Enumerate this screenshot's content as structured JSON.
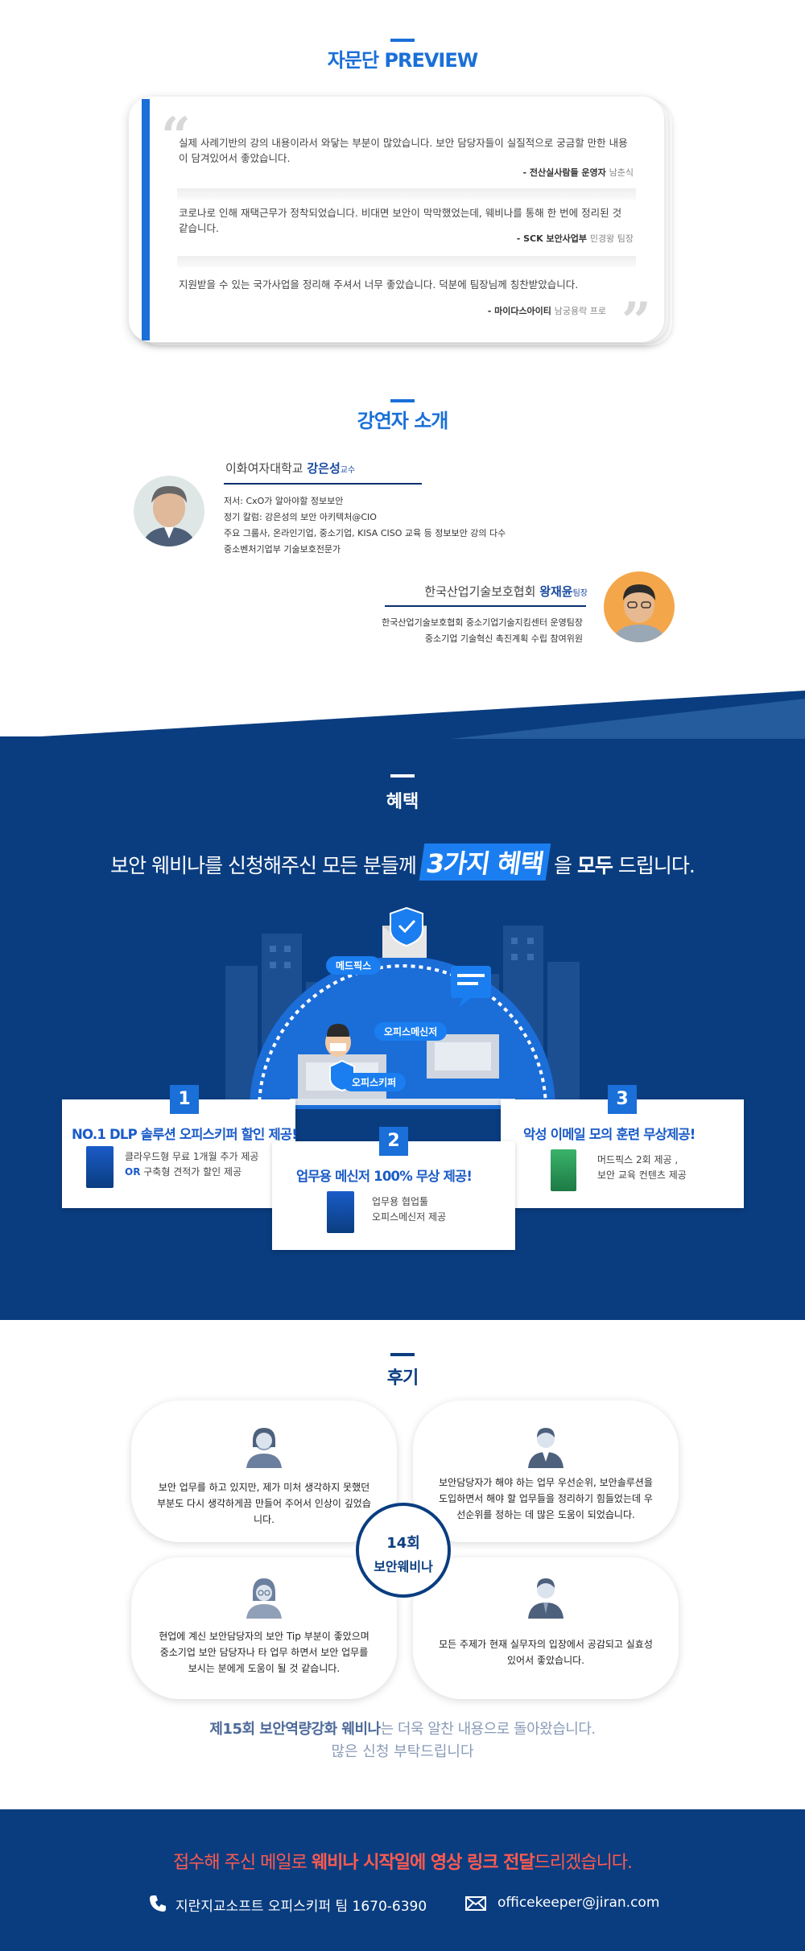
{
  "preview": {
    "title": "자문단 PREVIEW",
    "items": [
      {
        "text": "실제 사례기반의 강의 내용이라서 와닿는 부분이 많았습니다.  보안 담당자들이 실질적으로 궁금할 만한 내용이 담겨있어서 좋았습니다.",
        "author": "- 전산실사람들 운영자",
        "name": "남춘식"
      },
      {
        "text": "코로나로 인해 재택근무가 정착되었습니다. 비대면 보안이 막막했었는데, 웨비나를 통해 한 번에 정리된 것 같습니다.",
        "author": "- SCK 보안사업부",
        "name": "민경왕 팀장"
      },
      {
        "text": "지원받을 수 있는 국가사업을 정리해 주셔서 너무 좋았습니다.  덕분에 팀장님께 칭찬받았습니다.",
        "author": "- 마이다스아이티",
        "name": "남궁용락 프로"
      }
    ]
  },
  "speakers": {
    "title": "강연자 소개",
    "s1": {
      "org": "이화여자대학교 ",
      "name": "강은성",
      "role": "교수",
      "lines": [
        "저서: CxO가 알아야할 정보보안",
        "정기 칼럼: 강은성의 보안 아키텍처@CIO",
        "주요 그룹사, 온라인기업, 중소기업, KISA CISO 교육 등 정보보안 강의 다수",
        "중소벤처기업부 기술보호전문가"
      ]
    },
    "s2": {
      "org": "한국산업기술보호협회 ",
      "name": "왕재윤",
      "role": "팀장",
      "lines": [
        "한국산업기술보호협회 중소기업기술지킴센터 운영팀장",
        "중소기업 기술혁신 촉진계획 수립 참여위원"
      ]
    }
  },
  "benefit": {
    "title": "혜택",
    "head_pre": "보안 웨비나를 신청해주신 모든 분들께 ",
    "head_hl": "3가지 혜택",
    "head_mid": " 을 ",
    "head_bold": "모두",
    "head_post": " 드립니다.",
    "labels": {
      "mail": "메드픽스",
      "messenger": "오피스메신저",
      "keeper": "오피스키퍼"
    },
    "cards": [
      {
        "num": "1",
        "title": "NO.1 DLP 솔루션 오피스키퍼 할인 제공!",
        "line1": "클라우드형 무료 1개월 추가 제공",
        "line2_hl": "OR",
        "line2": " 구축형 견적가 할인 제공"
      },
      {
        "num": "2",
        "title": "업무용 메신저 100% 무상 제공!",
        "line1": "업무용 협업툴",
        "line2": "오피스메신저 제공"
      },
      {
        "num": "3",
        "title": "악성 이메일 모의 훈련 무상제공!",
        "line1": "머드픽스 2회 제공 ,",
        "line2": "보안 교육 컨텐츠 제공"
      }
    ],
    "colors": {
      "bg": "#0a3d80",
      "accent": "#1a7ef0"
    }
  },
  "reviews": {
    "title": "후기",
    "center_l1": "14회",
    "center_l2": "보안웨비나",
    "items": [
      {
        "text": "보안 업무를 하고 있지만, 제가 미처 생각하지 못했던 부분도 다시 생각하게끔 만들어 주어서 인상이 깊었습니다.",
        "icon": "woman-avatar-icon"
      },
      {
        "text": "보안담당자가 해야 하는 업무 우선순위, 보안솔루션을 도입하면서 해야 할 업무들을 정리하기 힘들었는데 우선순위를 정하는 데 많은 도움이 되었습니다.",
        "icon": "man-avatar-icon"
      },
      {
        "text": "현업에 계신 보안담당자의 보안 Tip 부분이 좋았으며 중소기업 보안 담당자나 타 업무 하면서 보안 업무를 보시는 분에게 도움이 될 것 같습니다.",
        "icon": "glasses-woman-avatar-icon"
      },
      {
        "text": "모든 주제가 현재 실무자의 입장에서 공감되고 실효성 있어서 좋았습니다.",
        "icon": "man-tie-avatar-icon"
      }
    ],
    "closing_bold": "제15회 보안역량강화 웨비나",
    "closing_rest": "는 더욱 알찬 내용으로 돌아왔습니다.",
    "closing_l2": "많은 신청 부탁드립니다"
  },
  "footer": {
    "pre": "접수해 주신 메일로 ",
    "bold": "웨비나 시작일에 영상 링크 전달",
    "post": "드리겠습니다.",
    "phone": "지란지교소프트 오피스키퍼 팀  1670-6390",
    "email": "officekeeper@jiran.com",
    "colors": {
      "accent": "#ff5a4f"
    }
  }
}
